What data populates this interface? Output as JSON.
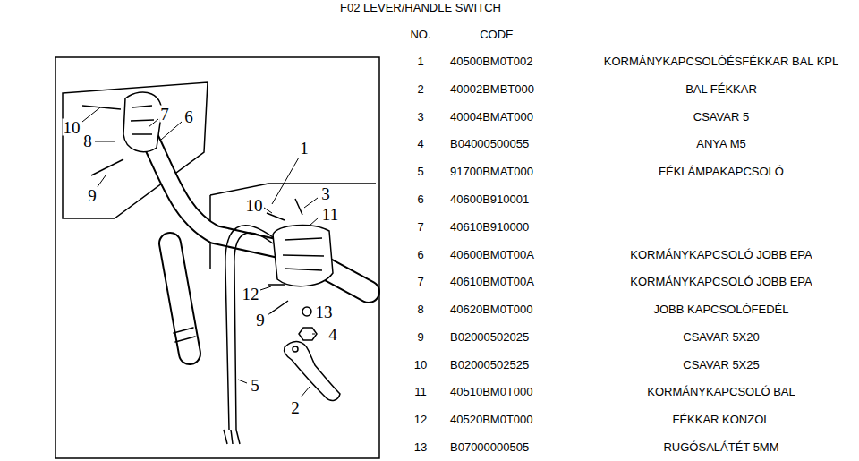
{
  "diagram": {
    "title": "F02 LEVER/HANDLE SWITCH",
    "labels": [
      "10",
      "8",
      "7",
      "6",
      "9",
      "1",
      "3",
      "11",
      "10",
      "12",
      "9",
      "13",
      "4",
      "5",
      "2",
      "NO.",
      "CODE",
      "1",
      "40500BM0T002",
      "KORMÁNYKAPCSOLÓÉSFÉKKAR BAL KPL",
      "2",
      "40002BMBT000",
      "BAL FÉKKAR",
      "3",
      "40004BMAT000",
      "CSAVAR 5",
      "4",
      "B04000500055",
      "ANYA M5",
      "5",
      "91700BMAT000",
      "FÉKLÁMPAKAPCSOLÓ",
      "6",
      "40600B910001",
      "7",
      "40610B910000",
      "6",
      "40600BM0T00A",
      "KORMÁNYKAPCSOLÓ JOBB  EPA",
      "7",
      "40610BM0T00A",
      "KORMÁNYKAPCSOLÓ JOBB EPA",
      "8",
      "40620BM0T000",
      "JOBB KAPCSOLÓFEDÉL",
      "9",
      "B02000502025",
      "CSAVAR 5X20",
      "10",
      "B02000502525",
      "CSAVAR 5X25",
      "11",
      "40510BM0T000",
      "KORMÁNYKAPCSOLÓ BAL",
      "12",
      "40520BM0T000",
      "FÉKKAR KONZOL",
      "13",
      "B07000000505",
      "RUGÓSALÁTÉT 5MM"
    ]
  }
}
